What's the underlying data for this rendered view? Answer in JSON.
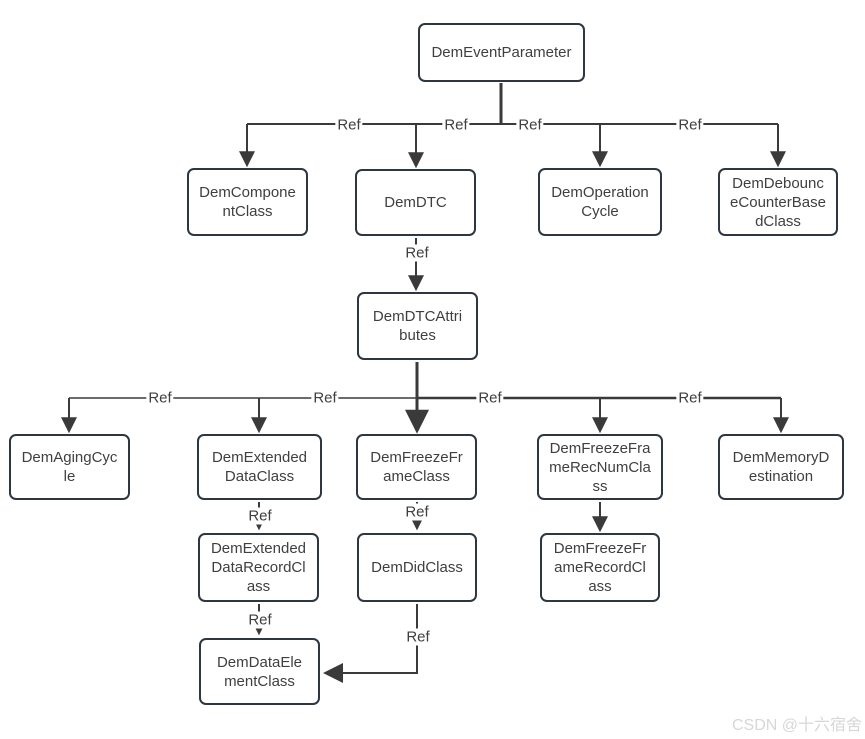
{
  "diagram": {
    "nodes": {
      "DemEventParameter": {
        "label": "DemEventParameter"
      },
      "DemComponentClass": {
        "label": "DemComponentClass"
      },
      "DemDTC": {
        "label": "DemDTC"
      },
      "DemOperationCycle": {
        "label": "DemOperationCycle"
      },
      "DemDebounceCounterBasedClass": {
        "label": "DemDebounceCounterBasedClass"
      },
      "DemDTCAttributes": {
        "label": "DemDTCAttributes"
      },
      "DemAgingCycle": {
        "label": "DemAgingCycle"
      },
      "DemExtendedDataClass": {
        "label": "DemExtendedDataClass"
      },
      "DemFreezeFrameClass": {
        "label": "DemFreezeFrameClass"
      },
      "DemFreezeFrameRecNumClass": {
        "label": "DemFreezeFrameRecNumClass"
      },
      "DemMemoryDestination": {
        "label": "DemMemoryDestination"
      },
      "DemExtendedDataRecordClass": {
        "label": "DemExtendedDataRecordClass"
      },
      "DemDidClass": {
        "label": "DemDidClass"
      },
      "DemFreezeFrameRecordClass": {
        "label": "DemFreezeFrameRecordClass"
      },
      "DemDataElementClass": {
        "label": "DemDataElementClass"
      }
    },
    "edges": [
      {
        "from": "DemEventParameter",
        "to": "DemComponentClass",
        "label": "Ref"
      },
      {
        "from": "DemEventParameter",
        "to": "DemDTC",
        "label": "Ref"
      },
      {
        "from": "DemEventParameter",
        "to": "DemOperationCycle",
        "label": "Ref"
      },
      {
        "from": "DemEventParameter",
        "to": "DemDebounceCounterBasedClass",
        "label": "Ref"
      },
      {
        "from": "DemDTC",
        "to": "DemDTCAttributes",
        "label": "Ref"
      },
      {
        "from": "DemDTCAttributes",
        "to": "DemAgingCycle",
        "label": "Ref"
      },
      {
        "from": "DemDTCAttributes",
        "to": "DemExtendedDataClass",
        "label": "Ref"
      },
      {
        "from": "DemDTCAttributes",
        "to": "DemFreezeFrameClass",
        "label": ""
      },
      {
        "from": "DemDTCAttributes",
        "to": "DemFreezeFrameRecNumClass",
        "label": "Ref"
      },
      {
        "from": "DemDTCAttributes",
        "to": "DemMemoryDestination",
        "label": "Ref"
      },
      {
        "from": "DemExtendedDataClass",
        "to": "DemExtendedDataRecordClass",
        "label": "Ref"
      },
      {
        "from": "DemFreezeFrameClass",
        "to": "DemDidClass",
        "label": "Ref"
      },
      {
        "from": "DemFreezeFrameRecNumClass",
        "to": "DemFreezeFrameRecordClass",
        "label": ""
      },
      {
        "from": "DemExtendedDataRecordClass",
        "to": "DemDataElementClass",
        "label": "Ref"
      },
      {
        "from": "DemDidClass",
        "to": "DemDataElementClass",
        "label": "Ref"
      }
    ],
    "colors": {
      "line": "#3a3a3a",
      "node_border": "#2d3741",
      "node_fill": "#ffffff",
      "text": "#3f3f3f",
      "background": "#ffffff",
      "watermark": "#d7d7d7"
    }
  },
  "watermark": {
    "text": "CSDN @十六宿舍"
  }
}
